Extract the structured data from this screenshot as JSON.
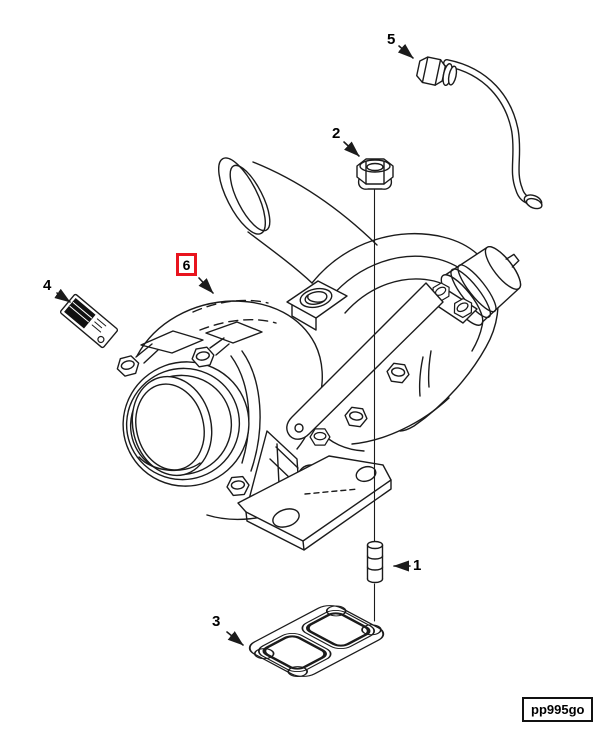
{
  "figure": {
    "code": "pp995go"
  },
  "colors": {
    "background": "#ffffff",
    "line": "#1b1b1b",
    "highlight_red": "#e8141e",
    "text": "#000000"
  },
  "callouts": [
    {
      "label": "1",
      "highlighted": false
    },
    {
      "label": "2",
      "highlighted": false
    },
    {
      "label": "3",
      "highlighted": false
    },
    {
      "label": "4",
      "highlighted": false
    },
    {
      "label": "5",
      "highlighted": false
    },
    {
      "label": "6",
      "highlighted": true
    }
  ]
}
